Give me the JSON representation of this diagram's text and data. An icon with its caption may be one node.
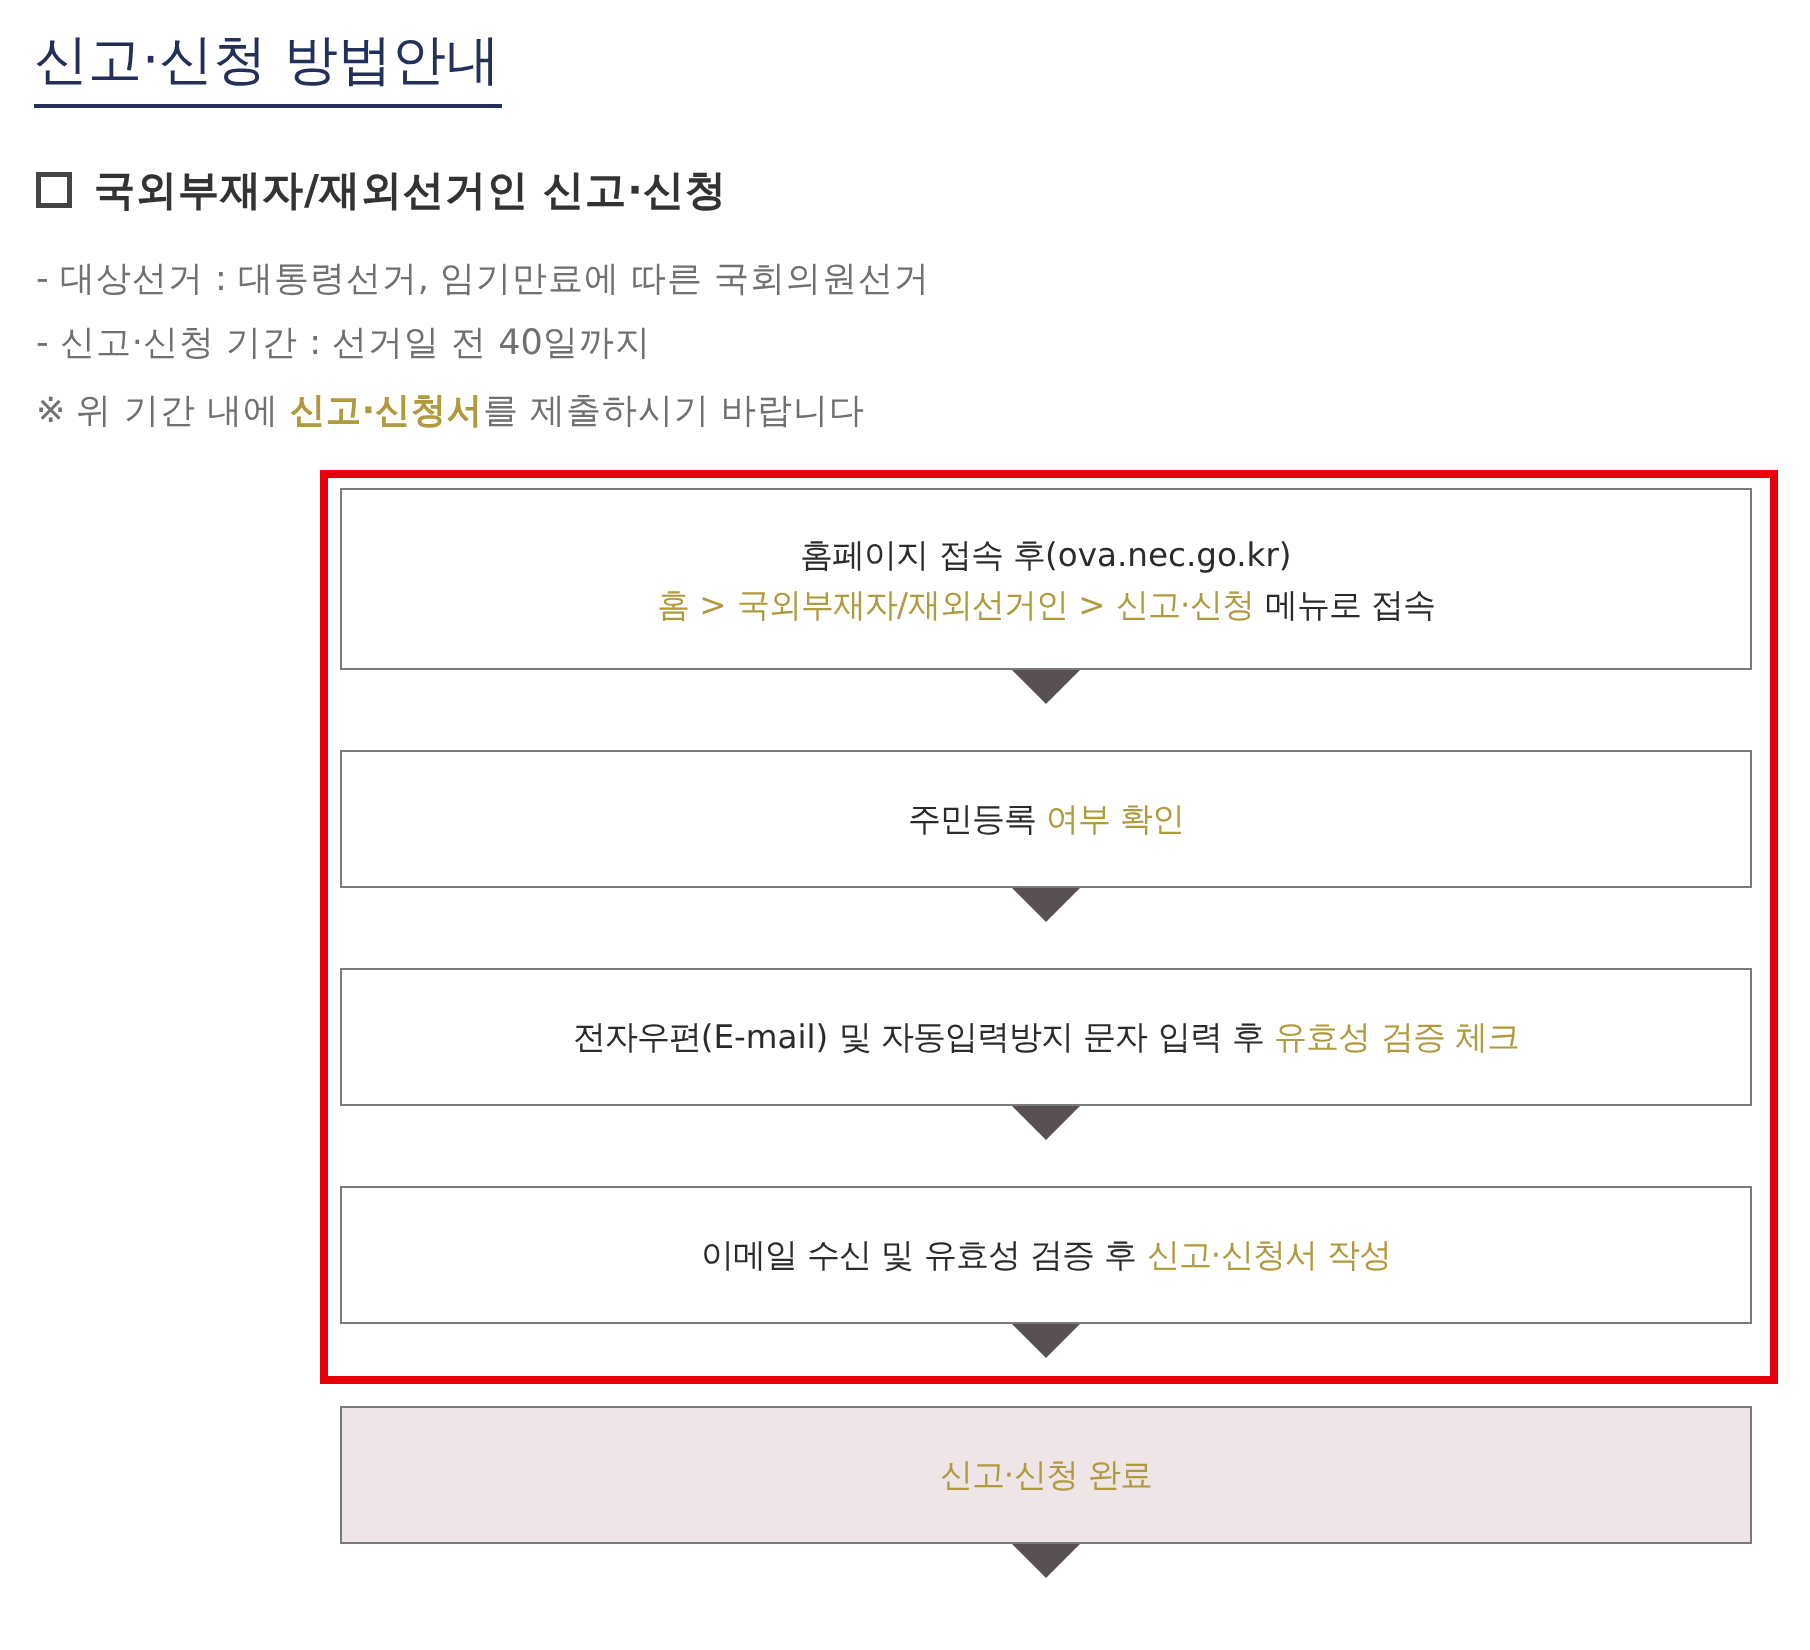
{
  "diagram": {
    "title": "신고·신청 방법안내",
    "nodes": [
      {
        "text": [],
        "shape": "box"
      },
      {
        "text": [
          "홈페이지 접속 후(ova.nec.go.kr)",
          "**홈 > 국외부재자/재외선거인 > 신고·신청** 메뉴로 접속"
        ],
        "in": 0
      },
      {
        "text": [
          "주민등록 **여부 확인**"
        ],
        "in": 0
      },
      {
        "text": [
          "전자우편(E-mail) 및 자동입력방지 문자 입력 후 **유효성 검증 체크**"
        ],
        "in": 0
      },
      {
        "text": [
          "이메일 수신 및 유효성 검증 후 **신고·신청서 작성**"
        ],
        "in": 0
      },
      {
        "text": [
          "신고·신청 완료"
        ]
      }
    ],
    "edges": [
      {
        "from": 1,
        "to": 2,
        "arrow": "to"
      },
      {
        "from": 2,
        "to": 3,
        "arrow": "to"
      },
      {
        "from": 3,
        "to": 4,
        "arrow": "to"
      },
      {
        "from": 4,
        "to": 5,
        "arrow": "to"
      },
      {
        "from": 5,
        "to": null,
        "arrow": "to"
      }
    ],
    "labels": [
      "국외부재자/재외선거인 신고·신청",
      "- 대상선거 : 대통령선거, 임기만료에 따른 국회의원선거",
      "- 신고·신청 기간 : 선거일 전 40일까지",
      "※ 위 기간 내에 **신고·신청서**를 제출하시기 바랍니다"
    ]
  }
}
